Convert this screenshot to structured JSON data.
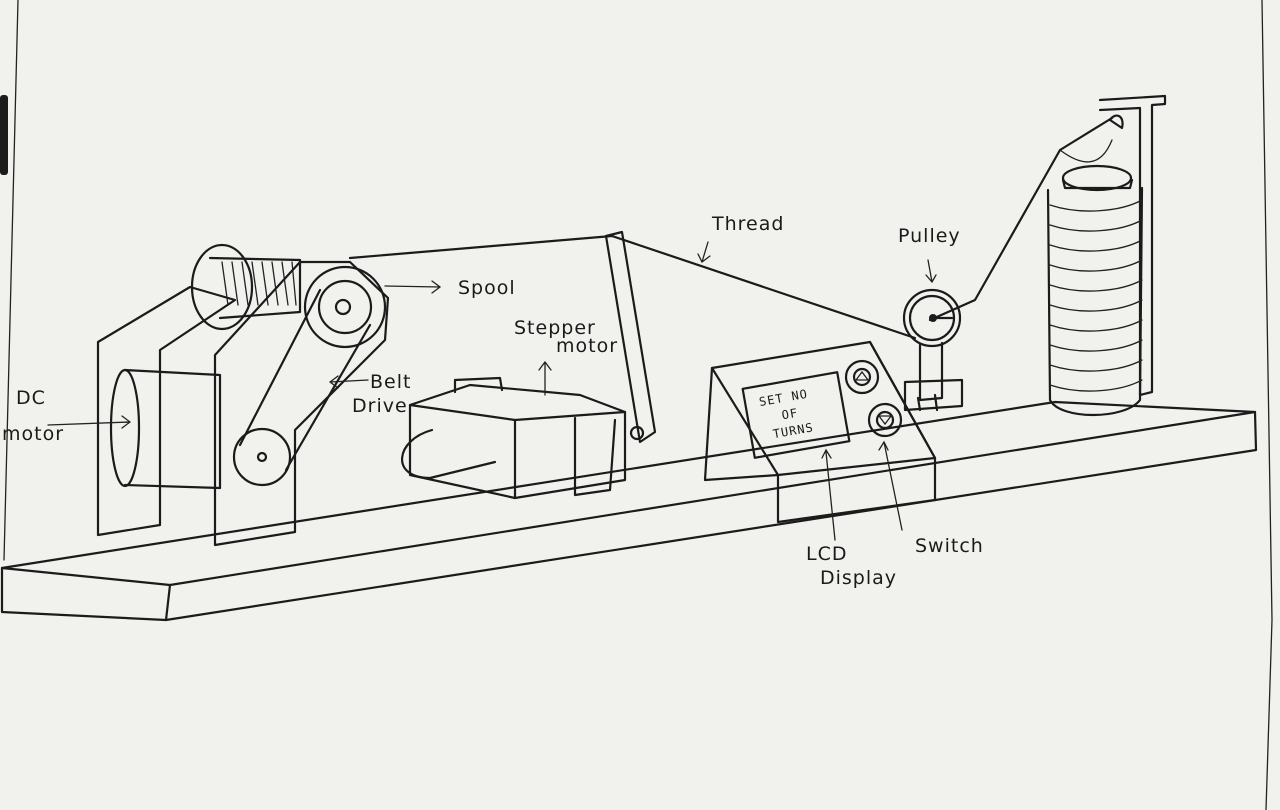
{
  "labels": {
    "thread": "Thread",
    "pulley": "Pulley",
    "spool": "Spool",
    "stepper_line1": "Stepper",
    "stepper_line2": "motor",
    "belt_line1": "Belt",
    "belt_line2": "Drive",
    "dc_line1": "DC",
    "dc_line2": "motor",
    "lcd_line1": "LCD",
    "lcd_line2": "Display",
    "switch": "Switch"
  },
  "lcd_screen": {
    "line1": "SET NO",
    "line2": "OF",
    "line3": "TURNS"
  },
  "colors": {
    "paper": "#f1f1ee",
    "ink": "#1b1b1b"
  }
}
